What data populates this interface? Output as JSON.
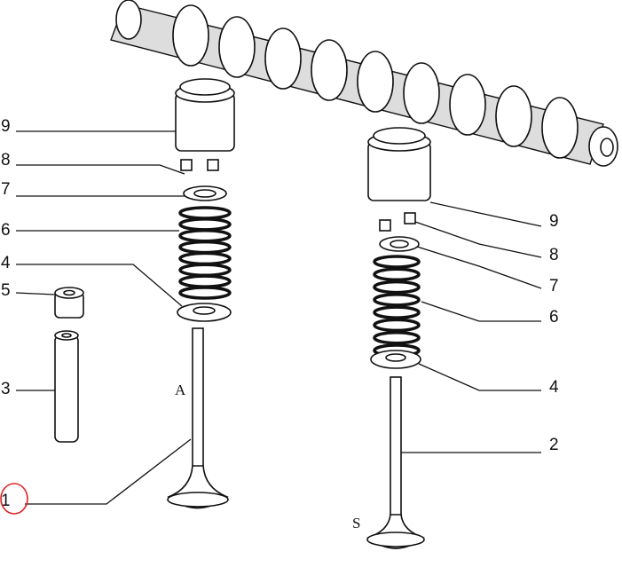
{
  "diagram": {
    "left_labels": [
      "9",
      "8",
      "7",
      "6",
      "4",
      "5",
      "3",
      "1"
    ],
    "right_labels": [
      "9",
      "8",
      "7",
      "6",
      "4",
      "2"
    ],
    "valve_letters": {
      "intake": "A",
      "exhaust": "S"
    },
    "highlight": {
      "label": "1",
      "color": "#e02020"
    }
  }
}
